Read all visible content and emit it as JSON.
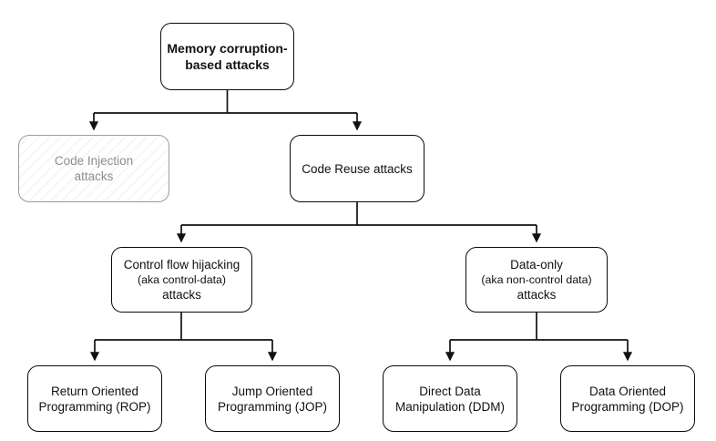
{
  "diagram": {
    "type": "tree",
    "title": "Memory corruption-based attacks taxonomy",
    "colors": {
      "node_border": "#0a0a0a",
      "node_fill": "#ffffff",
      "node_text": "#111111",
      "disabled_border": "#9c9c9c",
      "disabled_text": "#8d8d8d",
      "edge": "#111111",
      "background": "#ffffff"
    },
    "nodes": {
      "root": {
        "id": "memory-corruption-based-attacks",
        "lines": [
          "Memory corruption-",
          "based attacks"
        ],
        "state": "active",
        "emphasis": "bold"
      },
      "code_injection": {
        "id": "code-injection-attacks",
        "lines": [
          "Code Injection",
          "attacks"
        ],
        "state": "disabled",
        "fill_pattern": "diagonal-hatch"
      },
      "code_reuse": {
        "id": "code-reuse-attacks",
        "lines": [
          "Code Reuse attacks"
        ],
        "state": "active"
      },
      "control_flow": {
        "id": "control-flow-hijacking-attacks",
        "lines": [
          "Control flow hijacking",
          "(aka control-data)",
          "attacks"
        ],
        "state": "active"
      },
      "data_only": {
        "id": "data-only-attacks",
        "lines": [
          "Data-only",
          "(aka non-control data)",
          "attacks"
        ],
        "state": "active"
      },
      "rop": {
        "id": "return-oriented-programming",
        "lines": [
          "Return Oriented",
          "Programming (ROP)"
        ],
        "state": "active"
      },
      "jop": {
        "id": "jump-oriented-programming",
        "lines": [
          "Jump Oriented",
          "Programming (JOP)"
        ],
        "state": "active"
      },
      "ddm": {
        "id": "direct-data-manipulation",
        "lines": [
          "Direct Data",
          "Manipulation (DDM)"
        ],
        "state": "active"
      },
      "dop": {
        "id": "data-oriented-programming",
        "lines": [
          "Data Oriented",
          "Programming (DOP)"
        ],
        "state": "active"
      }
    },
    "edges": [
      {
        "from": "memory-corruption-based-attacks",
        "to": "code-injection-attacks"
      },
      {
        "from": "memory-corruption-based-attacks",
        "to": "code-reuse-attacks"
      },
      {
        "from": "code-reuse-attacks",
        "to": "control-flow-hijacking-attacks"
      },
      {
        "from": "code-reuse-attacks",
        "to": "data-only-attacks"
      },
      {
        "from": "control-flow-hijacking-attacks",
        "to": "return-oriented-programming"
      },
      {
        "from": "control-flow-hijacking-attacks",
        "to": "jump-oriented-programming"
      },
      {
        "from": "data-only-attacks",
        "to": "direct-data-manipulation"
      },
      {
        "from": "data-only-attacks",
        "to": "data-oriented-programming"
      }
    ]
  }
}
